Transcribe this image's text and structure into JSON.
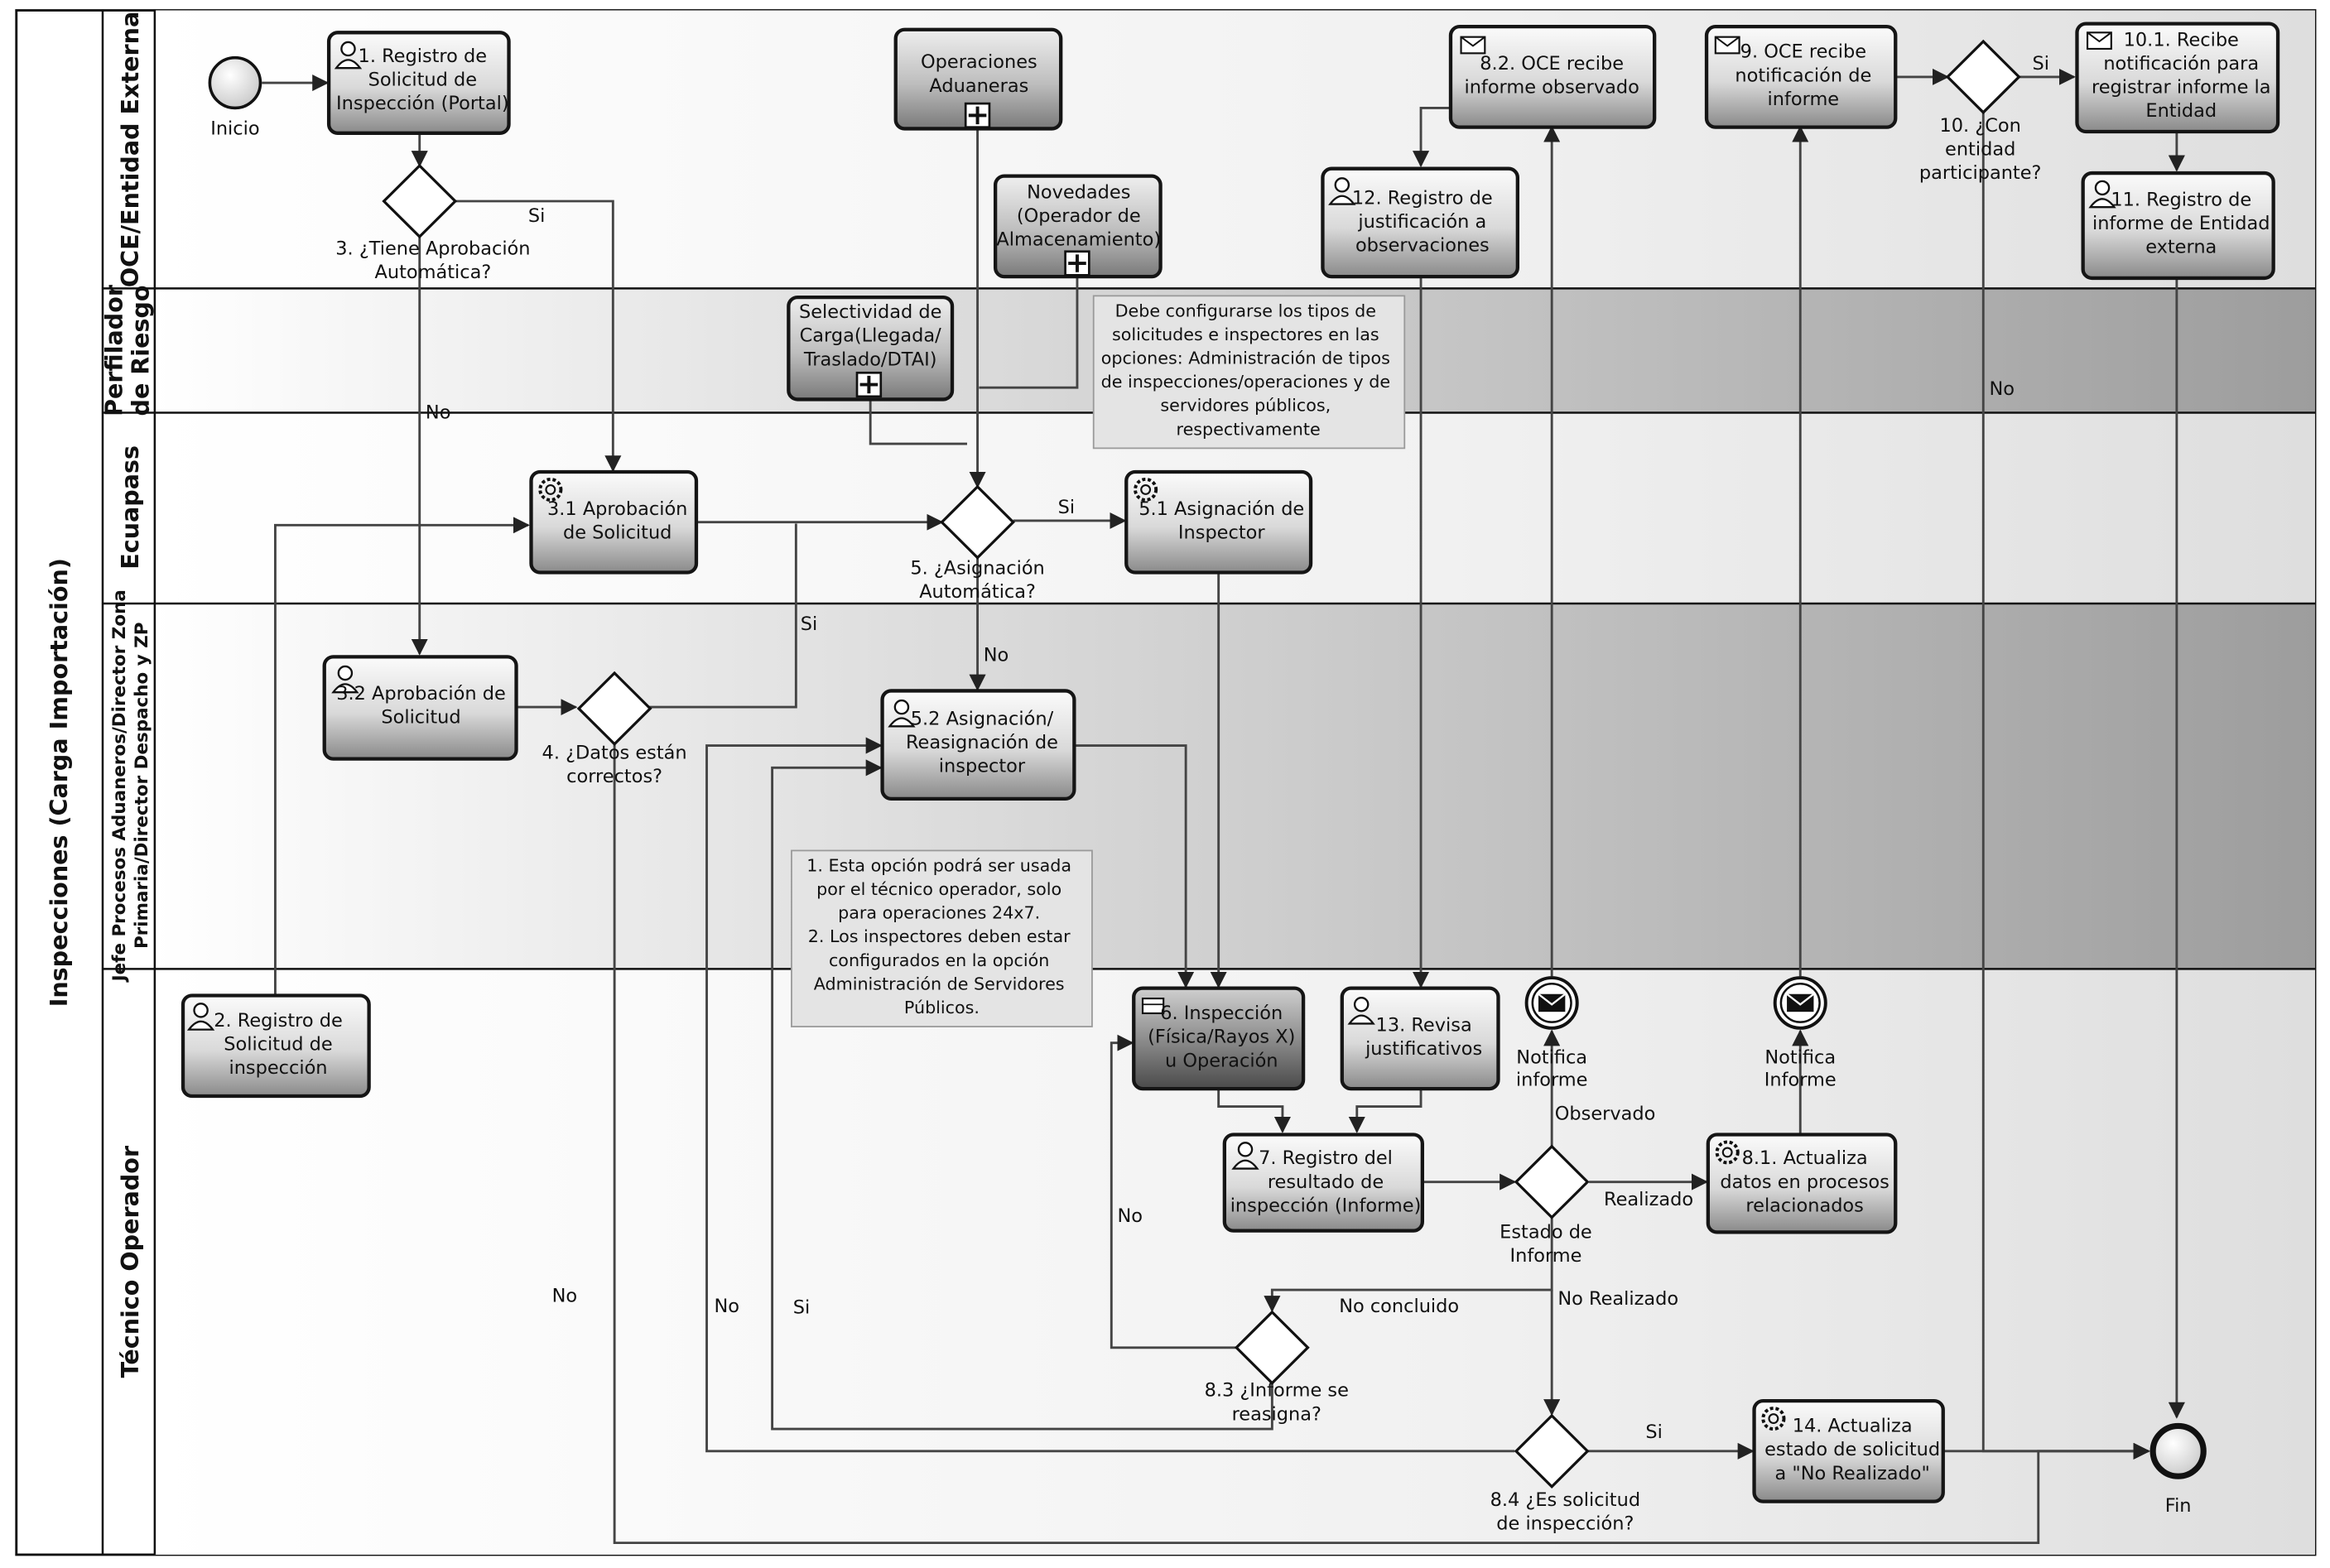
{
  "pool": {
    "title": "Inspecciones (Carga Importación)"
  },
  "lanes": {
    "oce": "OCE/Entidad Externa",
    "perfilador": [
      "Perfilador",
      "de Riesgo"
    ],
    "ecuapass": "Ecuapass",
    "jefe": [
      "Jefe Procesos Aduaneros/Director Zona",
      "Primaria/Director Despacho y ZP"
    ],
    "tecnico": "Técnico Operador"
  },
  "events": {
    "start": "Inicio",
    "end": "Fin",
    "notify_left": [
      "Notifica",
      "informe"
    ],
    "notify_right": [
      "Notifica",
      "Informe"
    ]
  },
  "tasks": {
    "t1": [
      "1. Registro de",
      "Solicitud de",
      "Inspección (Portal)"
    ],
    "t2": [
      "2. Registro de",
      "Solicitud de",
      "inspección"
    ],
    "t3_1": [
      "3.1 Aprobación",
      "de Solicitud"
    ],
    "t3_2": [
      "3.2 Aprobación de",
      "Solicitud"
    ],
    "t5_1": [
      "5.1 Asignación de",
      "Inspector"
    ],
    "t5_2": [
      "5.2 Asignación/",
      "Reasignación de",
      "inspector"
    ],
    "t6": [
      "6. Inspección",
      "(Física/Rayos X)",
      "u Operación"
    ],
    "t7": [
      "7. Registro del",
      "resultado de",
      "inspección (Informe)"
    ],
    "t8_1": [
      "8.1. Actualiza",
      "datos en procesos",
      "relacionados"
    ],
    "t8_2": [
      "8.2. OCE recibe",
      "informe observado"
    ],
    "t9": [
      "9. OCE recibe",
      "notificación de",
      "informe"
    ],
    "t10_1": [
      "10.1. Recibe",
      "notificación para",
      "registrar informe la",
      "Entidad"
    ],
    "t11": [
      "11. Registro de",
      "informe de Entidad",
      "externa"
    ],
    "t12": [
      "12. Registro de",
      "justificación a",
      "observaciones"
    ],
    "t13": [
      "13. Revisa",
      "justificativos"
    ],
    "t14": [
      "14. Actualiza",
      "estado de solicitud",
      "a \"No Realizado\""
    ]
  },
  "subprocesses": {
    "ops": [
      "Operaciones",
      "Aduaneras"
    ],
    "novedades": [
      "Novedades",
      "(Operador de",
      "Almacenamiento)"
    ],
    "selectividad": [
      "Selectividad de",
      "Carga(Llegada/",
      "Traslado/DTAI)"
    ]
  },
  "gateways": {
    "g3": [
      "3. ¿Tiene Aprobación",
      "Automática?"
    ],
    "g4": [
      "4. ¿Datos están",
      "correctos?"
    ],
    "g5": [
      "5. ¿Asignación",
      "Automática?"
    ],
    "g_estado": [
      "Estado de",
      "Informe"
    ],
    "g8_3": [
      "8.3 ¿Informe se",
      "reasigna?"
    ],
    "g8_4": [
      "8.4 ¿Es solicitud",
      "de inspección?"
    ],
    "g10": [
      "10. ¿Con",
      "entidad",
      "participante?"
    ]
  },
  "flow_labels": {
    "si": "Si",
    "no": "No",
    "observado": "Observado",
    "realizado": "Realizado",
    "no_concluido": "No concluido",
    "no_realizado": "No Realizado"
  },
  "notes": {
    "config": [
      "Debe configurarse los tipos de",
      "solicitudes e inspectores en las",
      "opciones: Administración de tipos",
      "de inspecciones/operaciones y de",
      "servidores públicos,",
      "respectivamente"
    ],
    "operador": [
      "1. Esta opción podrá ser usada",
      "por el técnico operador, solo",
      "para operaciones 24x7.",
      "2. Los inspectores deben estar",
      "configurados en la opción",
      "Administración de Servidores",
      "Públicos."
    ]
  }
}
